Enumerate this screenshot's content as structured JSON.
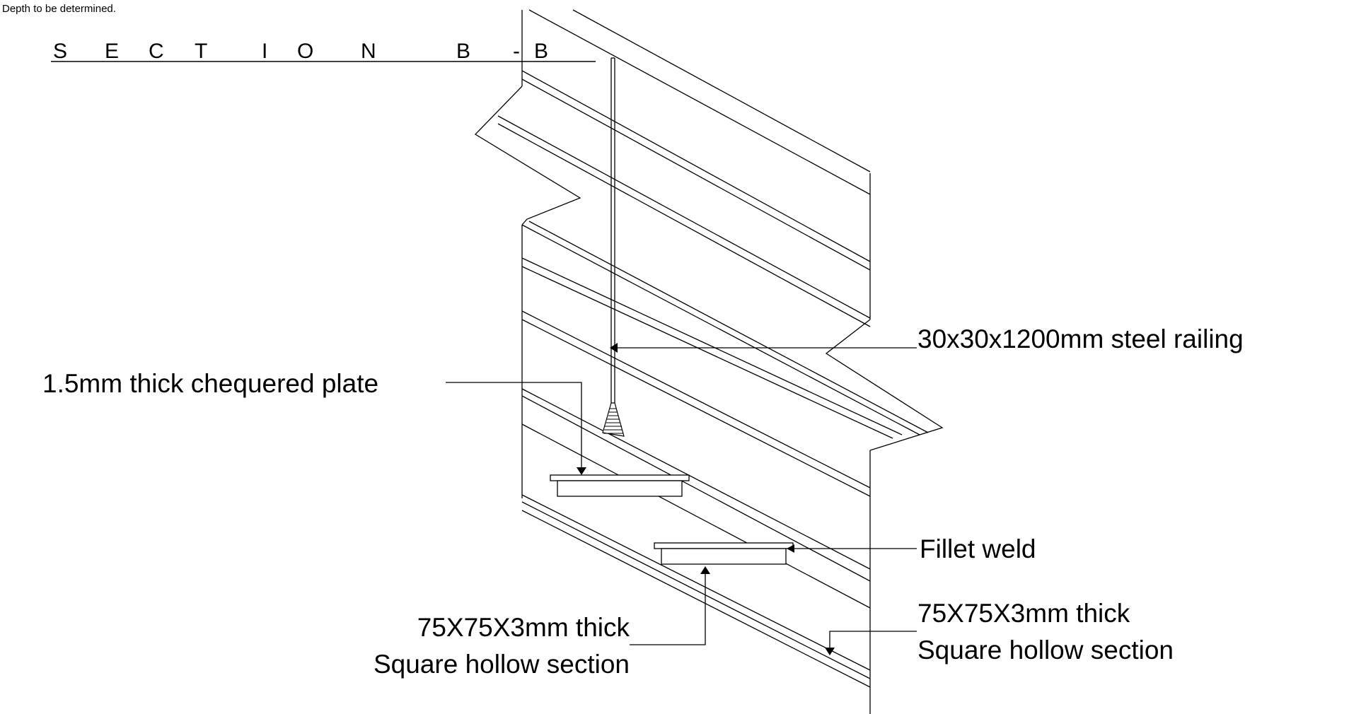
{
  "drawing": {
    "note": "Depth to be determined.",
    "section_title_letters": [
      "S",
      "E",
      "C",
      "T",
      "I",
      "O",
      "N",
      "B",
      "-",
      "B"
    ]
  },
  "labels": {
    "railing": "30x30x1200mm steel railing",
    "plate": "1.5mm thick chequered plate",
    "weld": "Fillet weld",
    "shs_left_line1": "75X75X3mm thick",
    "shs_left_line2": "Square hollow section",
    "shs_right_line1": "75X75X3mm thick",
    "shs_right_line2": "Square hollow section"
  }
}
